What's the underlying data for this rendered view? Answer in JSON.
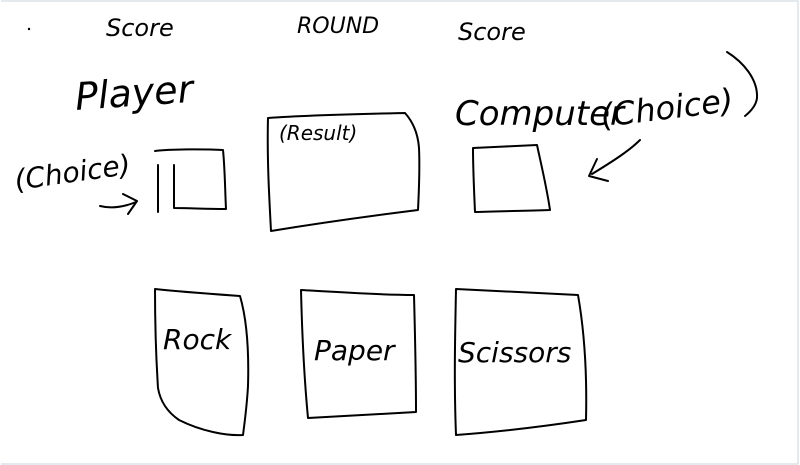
{
  "header": {
    "player_score_label": "Score",
    "round_label": "ROUND",
    "computer_score_label": "Score"
  },
  "player": {
    "label": "Player",
    "choice_label": "(Choice)"
  },
  "result": {
    "label": "(Result)"
  },
  "computer": {
    "label": "Computer",
    "choice_label": "(Choice)"
  },
  "buttons": {
    "rock": "Rock",
    "paper": "Paper",
    "scissors": "Scissors"
  },
  "colors": {
    "ink": "#000000",
    "background": "#ffffff"
  }
}
